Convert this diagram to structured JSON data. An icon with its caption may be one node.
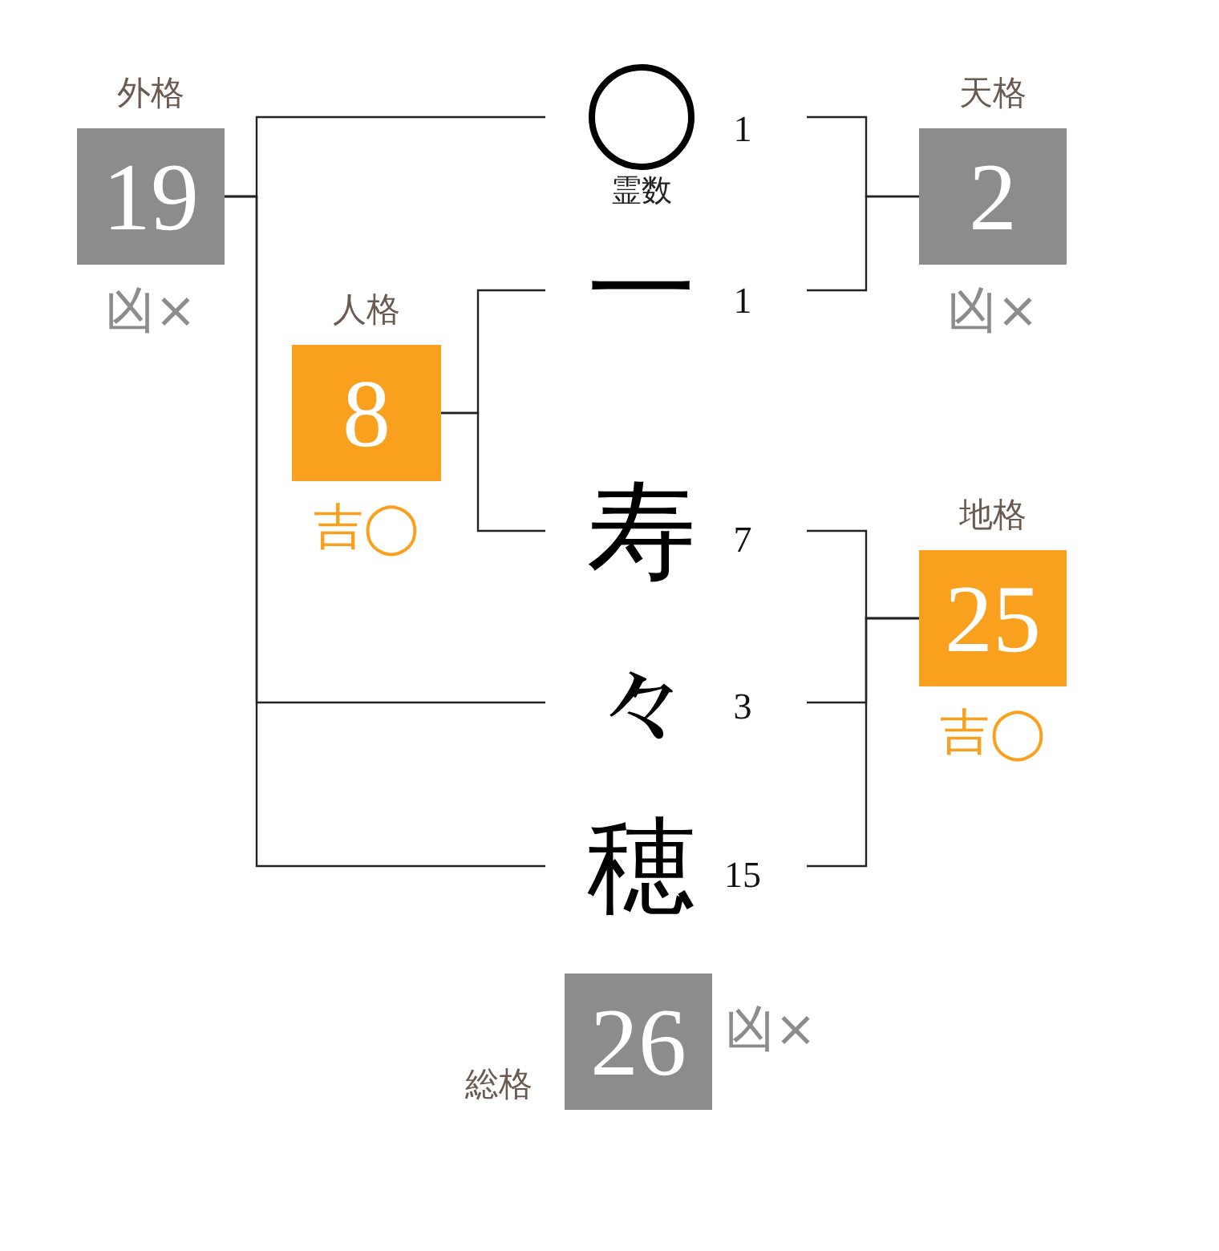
{
  "diagram": {
    "nodes": [
      {
        "text": [
          "外格",
          "19"
        ],
        "beside": [
          "凶×"
        ]
      },
      {
        "text": [
          "霊数"
        ],
        "beside": [
          "1"
        ]
      },
      {
        "text": [
          "天格",
          "2"
        ],
        "beside": [
          "凶×"
        ]
      },
      {
        "text": [
          "一"
        ],
        "beside": [
          "1"
        ]
      },
      {
        "text": [
          "人格",
          "8"
        ],
        "beside": [
          "吉◯"
        ]
      },
      {
        "text": [
          "寿"
        ],
        "beside": [
          "7"
        ]
      },
      {
        "text": [
          "地格",
          "25"
        ],
        "beside": [
          "吉◯"
        ]
      },
      {
        "text": [
          "々"
        ],
        "beside": [
          "3"
        ]
      },
      {
        "text": [
          "穂"
        ],
        "beside": [
          "15"
        ]
      },
      {
        "text": [
          "総格",
          "26"
        ],
        "beside": [
          "凶×"
        ]
      }
    ],
    "edges": [
      {
        "from": 1,
        "to": 0,
        "arrow": "none"
      },
      {
        "from": 7,
        "to": 0,
        "arrow": "none"
      },
      {
        "from": 8,
        "to": 0,
        "arrow": "none"
      },
      {
        "from": 1,
        "to": 2,
        "arrow": "none"
      },
      {
        "from": 3,
        "to": 2,
        "arrow": "none"
      },
      {
        "from": 3,
        "to": 4,
        "arrow": "none"
      },
      {
        "from": 5,
        "to": 4,
        "arrow": "none"
      },
      {
        "from": 5,
        "to": 6,
        "arrow": "none"
      },
      {
        "from": 7,
        "to": 6,
        "arrow": "none"
      },
      {
        "from": 8,
        "to": 6,
        "arrow": "none"
      }
    ]
  }
}
